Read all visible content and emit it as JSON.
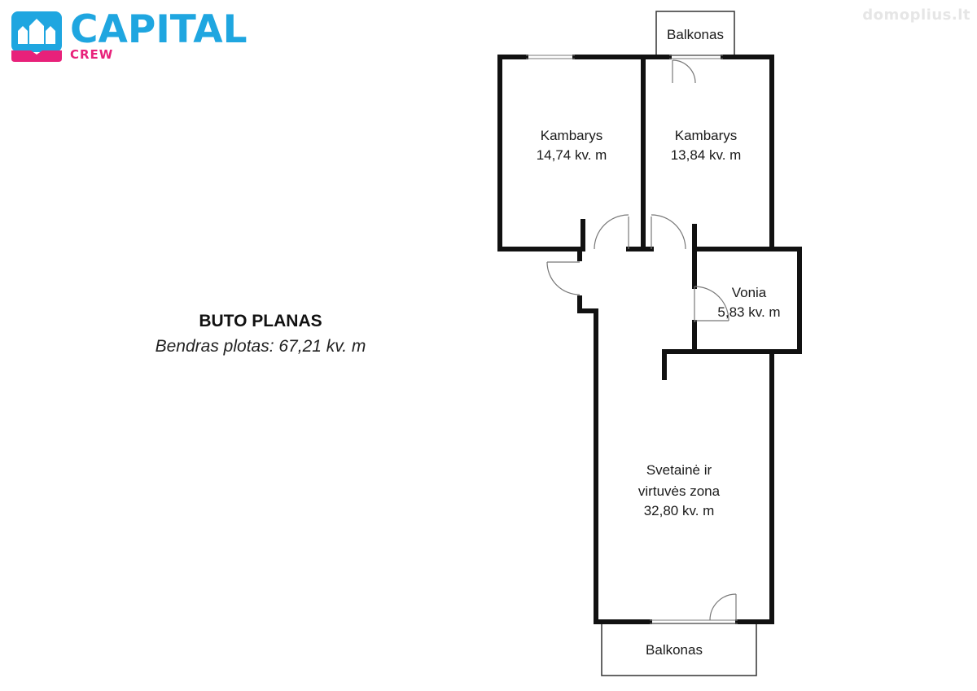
{
  "brand": {
    "name": "CAPITAL",
    "sub": "CREW",
    "primary_color": "#1fa6e0",
    "accent_color": "#e8217a"
  },
  "watermark": "domoplius.lt",
  "plan": {
    "title": "BUTO PLANAS",
    "subtitle": "Bendras plotas: 67,21 kv. m",
    "rooms": [
      {
        "name": "Kambarys",
        "area": "14,74 kv. m"
      },
      {
        "name": "Kambarys",
        "area": "13,84 kv. m"
      },
      {
        "name": "Vonia",
        "area": "5,83 kv. m"
      },
      {
        "name_line1": "Svetainė ir",
        "name_line2": "virtuvės zona",
        "area": "32,80 kv. m"
      }
    ],
    "balconies": [
      {
        "name": "Balkonas"
      },
      {
        "name": "Balkonas"
      }
    ],
    "wall_color": "#111111"
  }
}
